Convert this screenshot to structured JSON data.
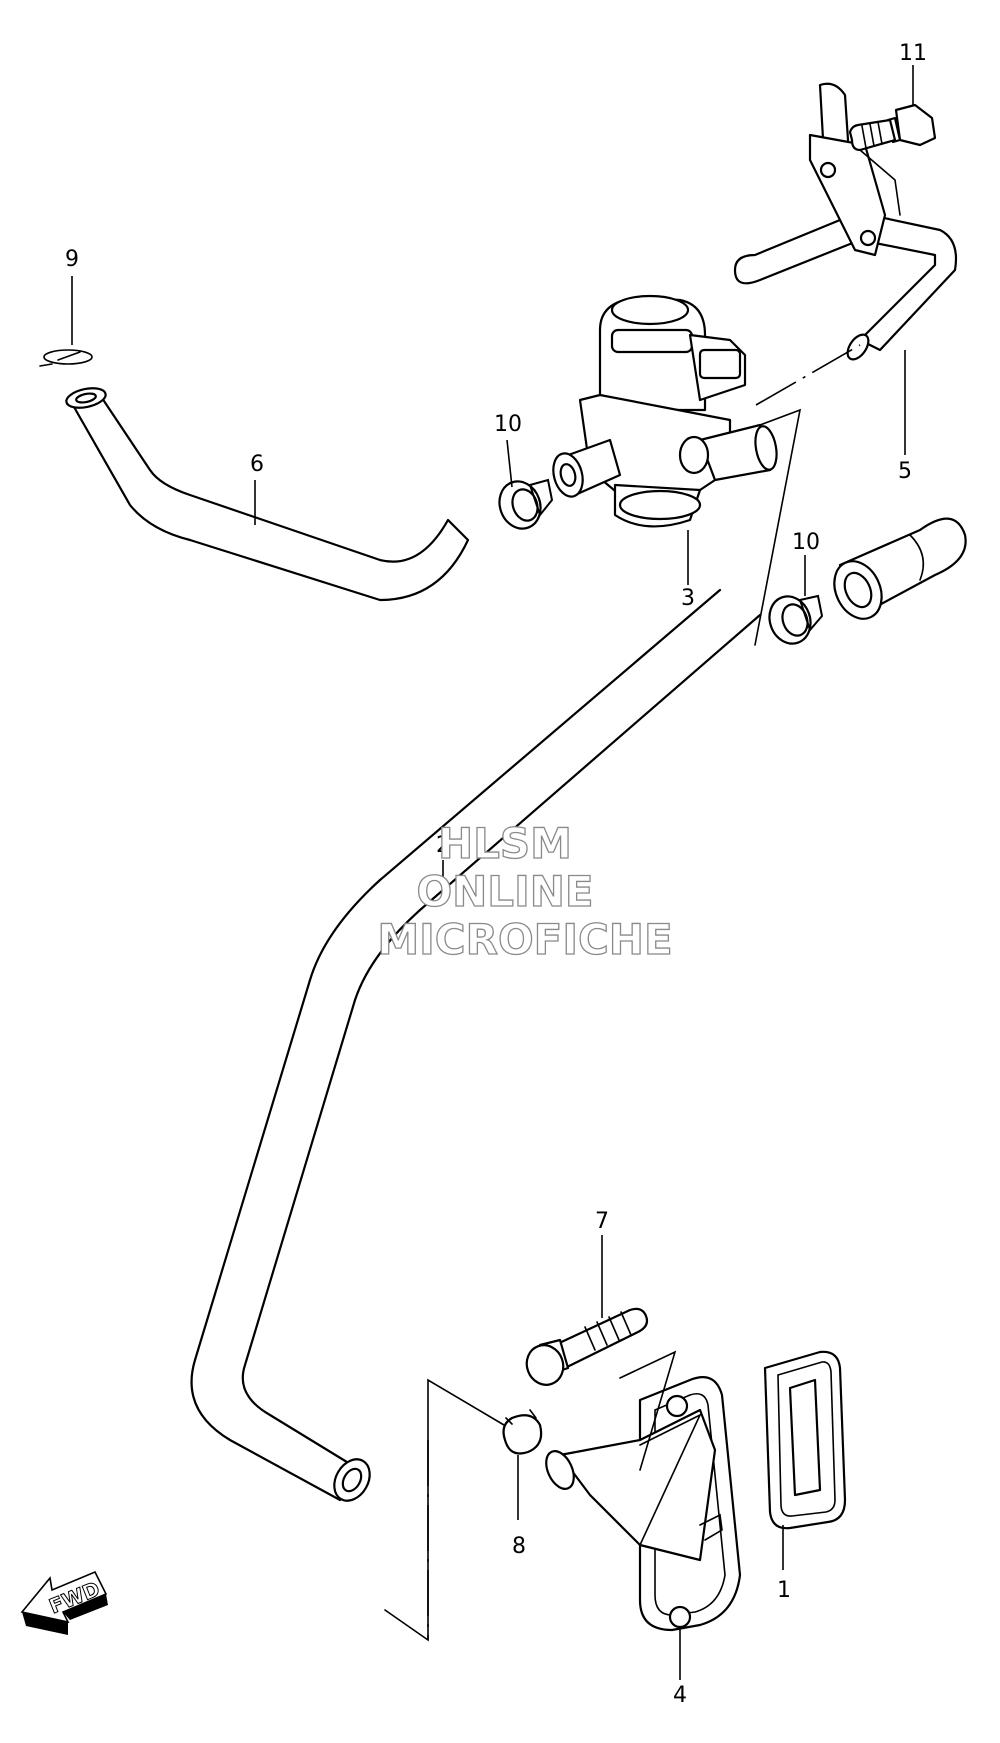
{
  "callouts": {
    "c1": "1",
    "c2": "2",
    "c3": "3",
    "c4": "4",
    "c5": "5",
    "c6": "6",
    "c7": "7",
    "c8": "8",
    "c9": "9",
    "c10a": "10",
    "c10b": "10",
    "c11": "11"
  },
  "watermark": {
    "line1": "HLSM",
    "line2": "ONLINE",
    "line3": "MICROFICHE"
  },
  "direction_badge": {
    "label": "FWD"
  },
  "icons": {
    "direction": "fwd-arrow-icon"
  },
  "colors": {
    "line": "#000000",
    "watermark_outline": "#8a8a8a",
    "background": "#ffffff"
  }
}
